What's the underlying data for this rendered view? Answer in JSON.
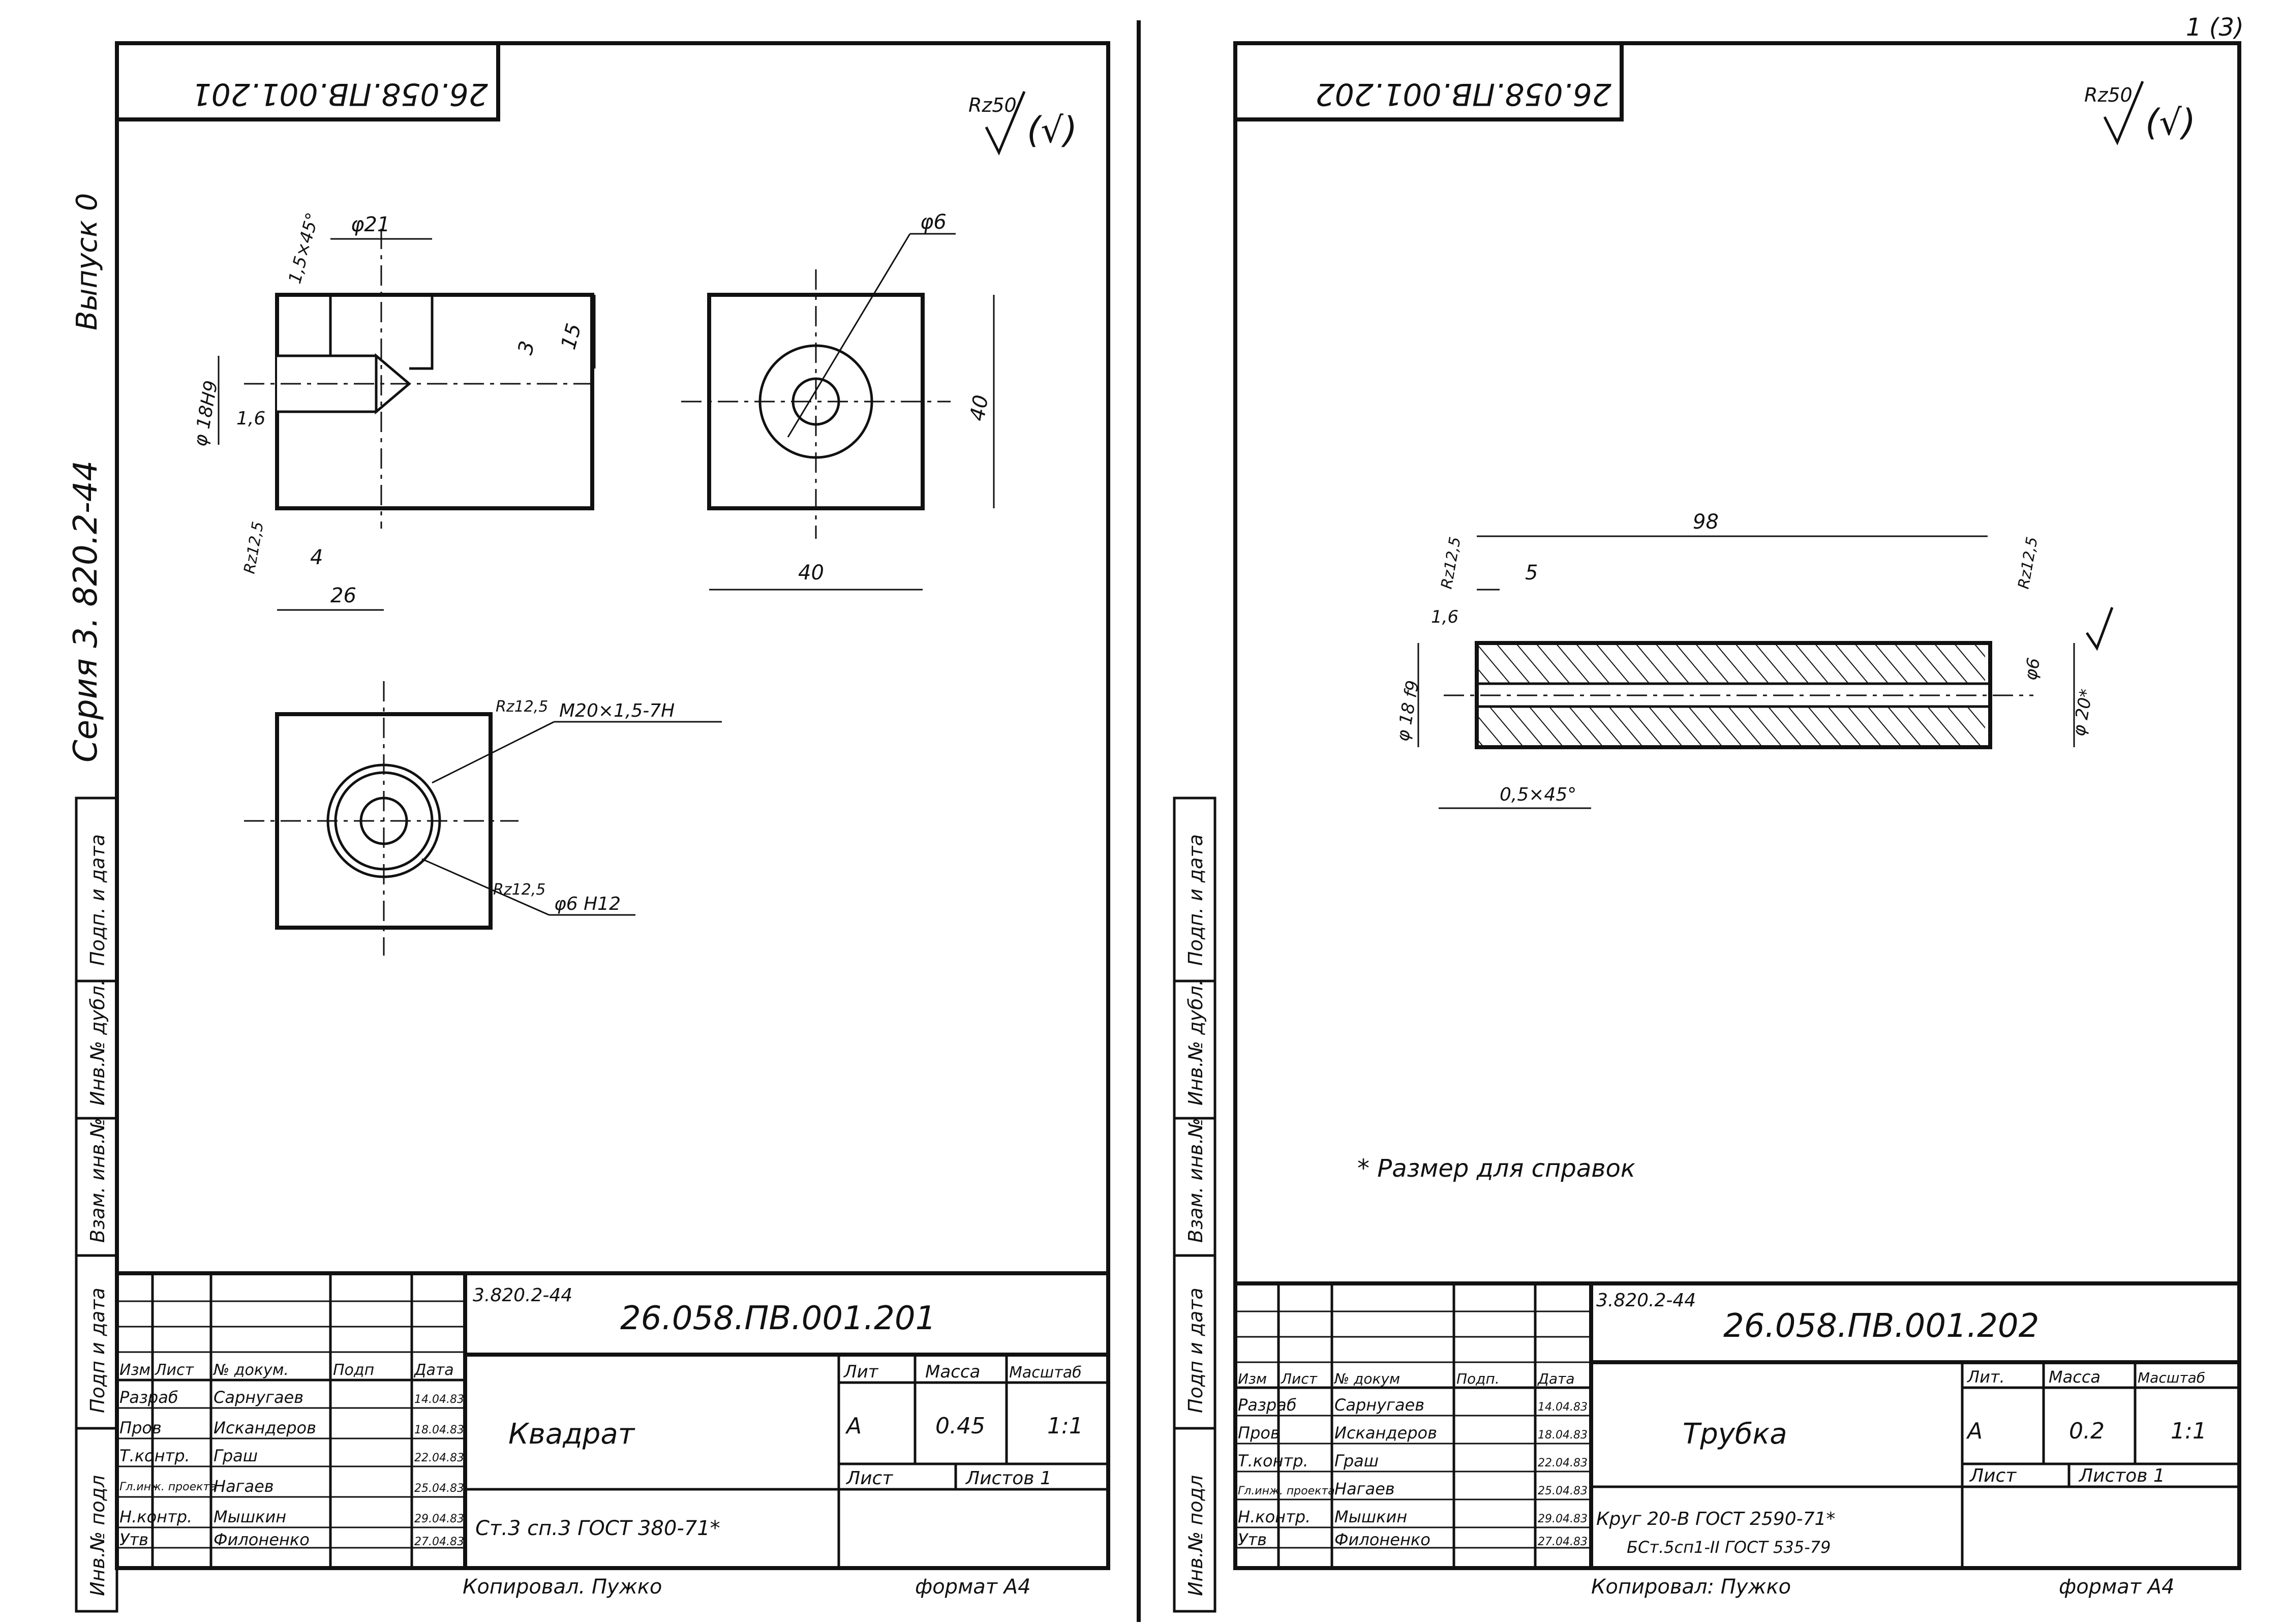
{
  "corner_mark": "1 (3)",
  "margin": {
    "series": "Серия 3. 820.2-44",
    "issue": "Выпуск 0",
    "stamp_fields": [
      "Подп. и дата",
      "Инв.№ дубл.",
      "Взам. инв.№",
      "Подп и дата",
      "Инв.№ подл"
    ]
  },
  "sheets": [
    {
      "top_code": "26.058.ПВ.001.201",
      "roughness": "Rz50",
      "roughness_paren": "(√)",
      "dims": {
        "d21": "φ21",
        "chamfer": "1,5×45°",
        "h15": "15",
        "h3": "3",
        "bore": "φ 18H9",
        "r16": "1,6",
        "rz125a": "Rz12,5",
        "w4": "4",
        "w26": "26",
        "d6": "φ6",
        "s40h": "40",
        "s40w": "40",
        "rz125b": "Rz12,5",
        "thread": "M20×1,5-7H",
        "rz125c": "Rz12,5",
        "h12": "φ6 H12"
      },
      "note": "",
      "title_block": {
        "series": "3.820.2-44",
        "code": "26.058.ПВ.001.201",
        "name": "Квадрат",
        "material": "Ст.3 сп.3  ГОСТ 380-71*",
        "material_line2": "",
        "headers": [
          "Изм",
          "Лист",
          "№ докум.",
          "Подп",
          "Дата"
        ],
        "roles": [
          {
            "role": "Разраб",
            "name": "Сарнугаев",
            "date": "14.04.83"
          },
          {
            "role": "Пров",
            "name": "Искандеров",
            "date": "18.04.83"
          },
          {
            "role": "Т.контр.",
            "name": "Граш",
            "date": "22.04.83"
          },
          {
            "role": "Гл.инж. проекта",
            "name": "Нагаев",
            "date": "25.04.83"
          },
          {
            "role": "Н.контр.",
            "name": "Мышкин",
            "date": "29.04.83"
          },
          {
            "role": "Утв",
            "name": "Филоненко",
            "date": "27.04.83"
          }
        ],
        "lit_label": "Лит",
        "mass_label": "Масса",
        "scale_label": "Масштаб",
        "lit": "А",
        "mass": "0.45",
        "scale": "1:1",
        "sheet_label": "Лист",
        "sheets_label": "Листов 1"
      },
      "copied": "Копировал.  Пужко",
      "format": "формат  А4"
    },
    {
      "top_code": "26.058.ПВ.001.202",
      "roughness": "Rz50",
      "roughness_paren": "(√)",
      "dims": {
        "len98": "98",
        "len5": "5",
        "rz125a": "Rz12,5",
        "r16": "1,6",
        "rz125b": "Rz12,5",
        "bore": "φ 18 f9",
        "d6": "φ6",
        "d20": "φ 20*",
        "chamfer": "0,5×45°"
      },
      "note": "* Размер для справок",
      "title_block": {
        "series": "3.820.2-44",
        "code": "26.058.ПВ.001.202",
        "name": "Трубка",
        "material": "Круг  20-В  ГОСТ  2590-71*",
        "material_line2": "БСт.5сп1-II ГОСТ 535-79",
        "headers": [
          "Изм",
          "Лист",
          "№ докум",
          "Подп.",
          "Дата"
        ],
        "roles": [
          {
            "role": "Разраб",
            "name": "Сарнугаев",
            "date": "14.04.83"
          },
          {
            "role": "Пров",
            "name": "Искандеров",
            "date": "18.04.83"
          },
          {
            "role": "Т.контр.",
            "name": "Граш",
            "date": "22.04.83"
          },
          {
            "role": "Гл.инж. проекта",
            "name": "Нагаев",
            "date": "25.04.83"
          },
          {
            "role": "Н.контр.",
            "name": "Мышкин",
            "date": "29.04.83"
          },
          {
            "role": "Утв",
            "name": "Филоненко",
            "date": "27.04.83"
          }
        ],
        "lit_label": "Лит.",
        "mass_label": "Масса",
        "scale_label": "Масштаб",
        "lit": "А",
        "mass": "0.2",
        "scale": "1:1",
        "sheet_label": "Лист",
        "sheets_label": "Листов 1"
      },
      "copied": "Копировал:  Пужко",
      "format": "формат  А4"
    }
  ]
}
